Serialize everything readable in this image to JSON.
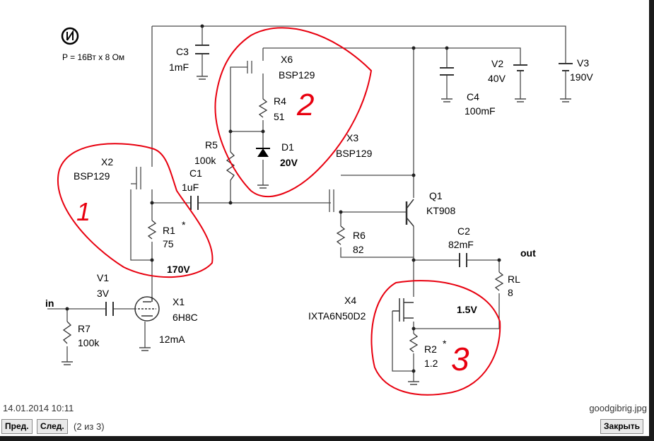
{
  "schematic": {
    "note": "P = 16Вт x 8 Ом",
    "labels": {
      "c3": "C3",
      "c3v": "1mF",
      "x6": "X6",
      "x6v": "BSP129",
      "r4": "R4",
      "r4v": "51",
      "d1": "D1",
      "d1v": "20V",
      "r5": "R5",
      "r5v": "100k",
      "c1": "C1",
      "c1v": "1uF",
      "x2": "X2",
      "x2v": "BSP129",
      "r1": "R1",
      "r1v": "75",
      "r1star": "*",
      "v170": "170V",
      "v1": "V1",
      "v1v": "3V",
      "x1": "X1",
      "x1v": "6H8C",
      "in": "in",
      "r7": "R7",
      "r7v": "100k",
      "ma12": "12mA",
      "x3": "X3",
      "x3v": "BSP129",
      "q1": "Q1",
      "q1v": "KT908",
      "r6": "R6",
      "r6v": "82",
      "c2": "C2",
      "c2v": "82mF",
      "out": "out",
      "rl": "RL",
      "rlv": "8",
      "x4": "X4",
      "x4v": "IXTA6N50D2",
      "v15": "1.5V",
      "r2": "R2",
      "r2v": "1.2",
      "r2star": "*",
      "v2": "V2",
      "v2v": "40V",
      "c4": "C4",
      "c4v": "100mF",
      "v3": "V3",
      "v3v": "190V"
    },
    "annotations": {
      "a1": "1",
      "a2": "2",
      "a3": "3"
    },
    "colors": {
      "annotation": "#e8000f",
      "wire": "#4a4a4a"
    }
  },
  "footer": {
    "date": "14.01.2014 10:11",
    "filename": "goodgibrig.jpg",
    "prev_label": "Пред.",
    "next_label": "След.",
    "counter": "(2 из 3)",
    "close_label": "Закрыть"
  }
}
